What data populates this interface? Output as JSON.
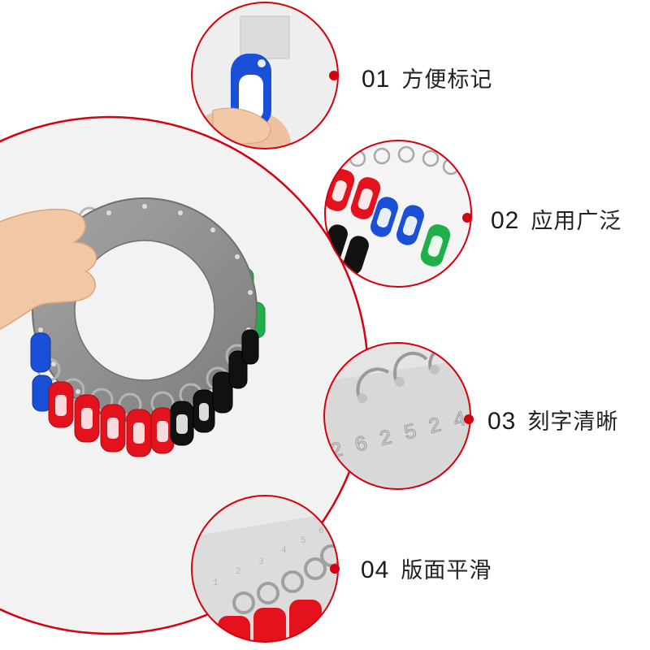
{
  "features": [
    {
      "number": "01",
      "text": "方便标记"
    },
    {
      "number": "02",
      "text": "应用广泛"
    },
    {
      "number": "03",
      "text": "刻字清晰"
    },
    {
      "number": "04",
      "text": "版面平滑"
    }
  ],
  "colors": {
    "accent_red": "#d6000f",
    "tag_blue": "#1a4fd8",
    "tag_red": "#e3121c",
    "tag_green": "#1fb04a",
    "tag_yellow": "#f0d200",
    "tag_black": "#111111",
    "plate_grey": "#8c8c8c"
  }
}
